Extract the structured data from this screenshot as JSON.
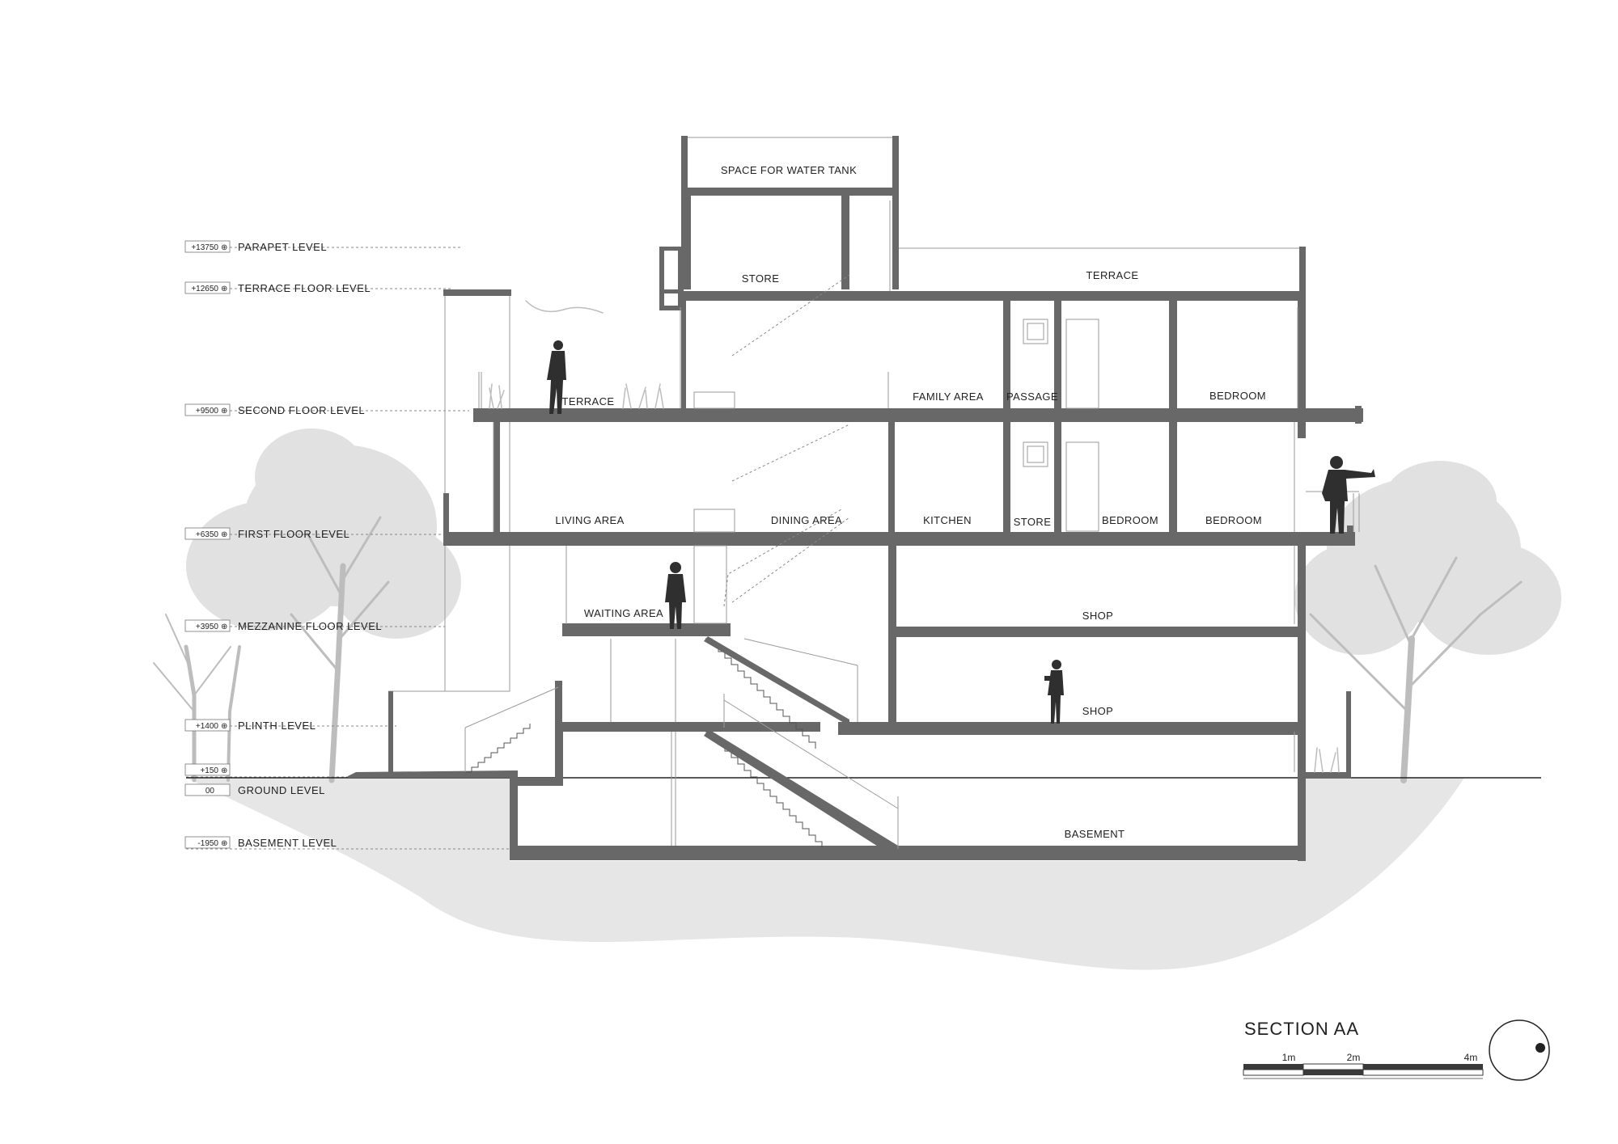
{
  "levels": [
    {
      "tag": "+13750",
      "name": "PARAPET LEVEL"
    },
    {
      "tag": "+12650",
      "name": "TERRACE FLOOR LEVEL"
    },
    {
      "tag": "+9500",
      "name": "SECOND FLOOR LEVEL"
    },
    {
      "tag": "+6350",
      "name": "FIRST FLOOR LEVEL"
    },
    {
      "tag": "+3950",
      "name": "MEZZANINE FLOOR LEVEL"
    },
    {
      "tag": "+1400",
      "name": "PLINTH LEVEL"
    },
    {
      "tag": "+150",
      "name": ""
    },
    {
      "tag": "00",
      "name": "GROUND LEVEL"
    },
    {
      "tag": "-1950",
      "name": "BASEMENT LEVEL"
    }
  ],
  "rooms": {
    "water_tank": "SPACE FOR WATER TANK",
    "store_top": "STORE",
    "terrace_top": "TERRACE",
    "terrace_second": "TERRACE",
    "family_area": "FAMILY AREA",
    "passage": "PASSAGE",
    "bedroom_second": "BEDROOM",
    "living_area": "LIVING AREA",
    "dining_area": "DINING AREA",
    "kitchen": "KITCHEN",
    "store_first": "STORE",
    "bedroom_first_1": "BEDROOM",
    "bedroom_first_2": "BEDROOM",
    "waiting_area": "WAITING AREA",
    "shop_upper": "SHOP",
    "shop_lower": "SHOP",
    "basement": "BASEMENT"
  },
  "title": "SECTION  AA",
  "scale": {
    "labels": [
      "1m",
      "2m",
      "4m"
    ]
  }
}
